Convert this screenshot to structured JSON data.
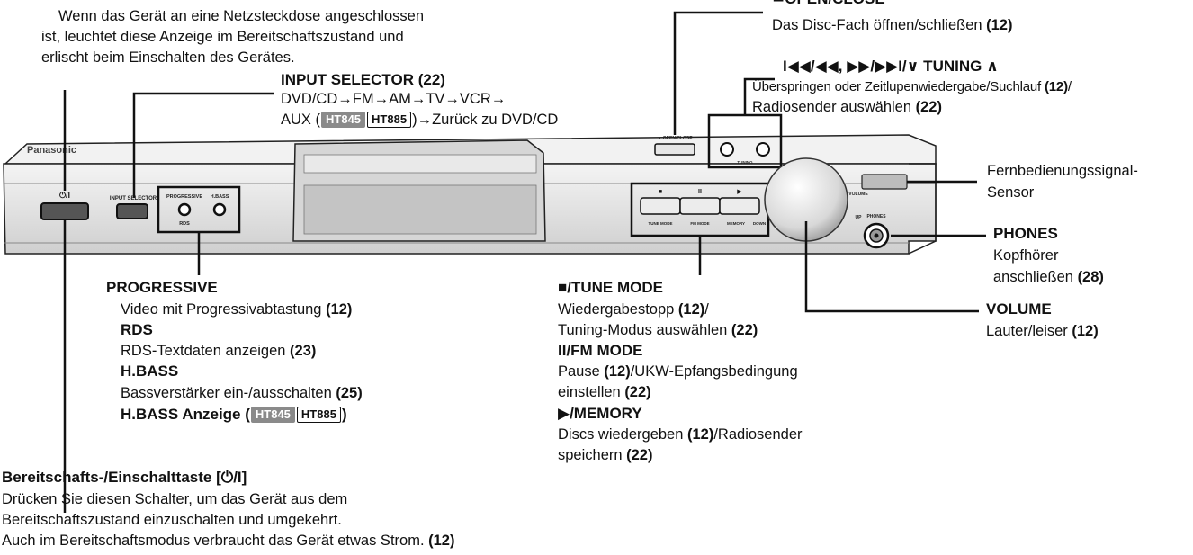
{
  "standby_indicator_desc": [
    "Wenn das Gerät an eine Netzsteckdose angeschlossen",
    "ist, leuchtet diese Anzeige im Bereitschaftszustand und",
    "erlischt beim Einschalten des Gerätes."
  ],
  "input_selector": {
    "title": "INPUT SELECTOR (22)",
    "line1": "DVD/CD→FM→AM→TV→VCR→",
    "line2_pre": "AUX (",
    "badge1": "HT845",
    "badge2": "HT885",
    "line2_post": ")→Zurück zu DVD/CD"
  },
  "open_close": {
    "title": "≜OPEN/CLOSE",
    "desc_pre": "Das Disc-Fach öffnen/schließen ",
    "desc_ref": "(12)"
  },
  "tuning": {
    "title": "I◀◀/◀◀, ▶▶/▶▶I/∨ TUNING ∧",
    "line1_pre": "Überspringen oder Zeitlupenwiedergabe/Suchlauf ",
    "line1_ref": "(12)",
    "line1_post": "/",
    "line2_pre": "Radiosender auswählen ",
    "line2_ref": "(22)"
  },
  "remote_sensor": {
    "line1": "Fernbedienungssignal-",
    "line2": "Sensor"
  },
  "phones": {
    "title": "PHONES",
    "line1": "Kopfhörer",
    "line2_pre": "anschließen ",
    "line2_ref": "(28)"
  },
  "volume": {
    "title": "VOLUME",
    "desc_pre": "Lauter/leiser ",
    "desc_ref": "(12)"
  },
  "progressive": {
    "title": "PROGRESSIVE",
    "desc_pre": "Video mit Progressivabtastung ",
    "desc_ref": "(12)",
    "rds_title": "RDS",
    "rds_desc_pre": "RDS-Textdaten anzeigen ",
    "rds_desc_ref": "(23)",
    "hbass_title": "H.BASS",
    "hbass_desc_pre": "Bassverstärker ein-/ausschalten ",
    "hbass_desc_ref": "(25)",
    "hbass_ind_pre": "H.BASS Anzeige (",
    "hbass_ind_badge1": "HT845",
    "hbass_ind_badge2": "HT885",
    "hbass_ind_post": ")"
  },
  "tune_mode": {
    "title": "■/TUNE MODE",
    "line1_pre": "Wiedergabestopp ",
    "line1_ref": "(12)",
    "line1_post": "/",
    "line2_pre": "Tuning-Modus auswählen ",
    "line2_ref": "(22)",
    "fm_title": "II/FM MODE",
    "fm_line1_pre": "Pause ",
    "fm_line1_ref": "(12)",
    "fm_line1_post": "/UKW-Epfangsbedingung",
    "fm_line2_pre": "einstellen ",
    "fm_line2_ref": "(22)",
    "mem_title": "▶/MEMORY",
    "mem_line1_pre": "Discs wiedergeben ",
    "mem_line1_ref": "(12)",
    "mem_line1_post": "/Radiosender",
    "mem_line2_pre": "speichern ",
    "mem_line2_ref": "(22)"
  },
  "standby_button": {
    "title": "Bereitschafts-/Einschalttaste [⏻/I]",
    "line1": "Drücken Sie diesen Schalter, um das Gerät aus dem",
    "line2": "Bereitschaftszustand einzuschalten und umgekehrt.",
    "line3_pre": "Auch im Bereitschaftsmodus verbraucht das Gerät etwas Strom. ",
    "line3_ref": "(12)"
  },
  "device_labels": {
    "brand": "Panasonic",
    "power": "⏻/I",
    "input_selector": "INPUT SELECTOR",
    "progressive": "PROGRESSIVE",
    "rds": "RDS",
    "hbass": "H.BASS",
    "open_close": "▲ OPEN/CLOSE",
    "tuning": "TUNING",
    "stop_sym": "■",
    "pause_sym": "II",
    "play_sym": "▶",
    "tune_mode": "TUNE MODE",
    "fm_mode": "FM MODE",
    "memory": "MEMORY",
    "down": "DOWN",
    "up": "UP",
    "volume": "VOLUME",
    "phones": "PHONES"
  },
  "colors": {
    "ink": "#111111",
    "panel": "#e6e6e6",
    "panel_dark": "#bdbdbd",
    "badge_fill": "#8a8a8a"
  }
}
